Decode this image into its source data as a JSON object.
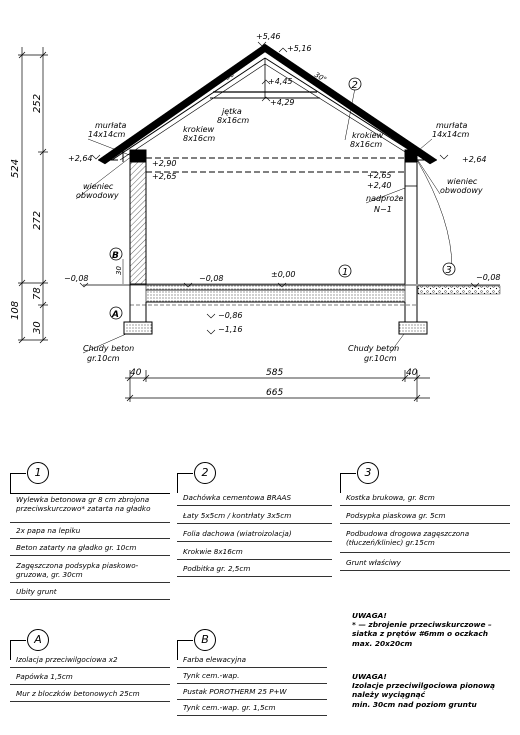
{
  "drawing": {
    "levels": {
      "ridge_outer": "+5,46",
      "ridge_mid": "+5,16",
      "collar_top": "+4,45",
      "collar_bottom": "+4,29",
      "eave_left": "+2,64",
      "eave_right": "+2,64",
      "wall_top_left": "+2,90",
      "ceiling_left": "+2,65",
      "ceiling_right": "+2,65",
      "lintel_right": "+2,40",
      "ground_left": "−0,08",
      "floor_left": "−0,08",
      "floor_zero": "±0,00",
      "ground_right": "−0,08",
      "found_top": "−0,86",
      "found_bottom": "−1,16"
    },
    "labels": {
      "murlata_left_1": "murłata",
      "murlata_left_2": "14x14cm",
      "murlata_right_1": "murłata",
      "murlata_right_2": "14x14cm",
      "krokiew_left_1": "krokiew",
      "krokiew_left_2": "8x16cm",
      "krokiew_right_1": "krokiew",
      "krokiew_right_2": "8x16cm",
      "jetka_1": "jętka",
      "jetka_2": "8x16cm",
      "wieniec_left_1": "wieniec",
      "wieniec_left_2": "obwodowy",
      "wieniec_right_1": "wieniec",
      "wieniec_right_2": "obwodowy",
      "nadproze_1": "nadproże",
      "nadproze_2": "N−1",
      "chudy_left_1": "Chudy beton",
      "chudy_left_2": "gr.10cm",
      "chudy_right_1": "Chudy beton",
      "chudy_right_2": "gr.10cm",
      "angle_left": "30°",
      "angle_right": "30°",
      "mark_30": "30"
    },
    "vertical_dims": {
      "total": "524",
      "upper": "252",
      "middle": "272",
      "base": "108",
      "b78": "78",
      "b30": "30"
    },
    "horizontal_dims": {
      "left": "40",
      "middle": "585",
      "right": "40",
      "total": "665"
    },
    "markers": {
      "m1": "1",
      "m2": "2",
      "m3": "3",
      "mA": "A",
      "mB": "B"
    }
  },
  "legends": {
    "l1": {
      "number": "1",
      "items": [
        "Wylewka betonowa gr 8 cm zbrojona przeciwskurczowo* zatarta na gładko",
        "2x papa na lepiku",
        "Beton zatarty na gładko gr. 10cm",
        "Zagęszczona podsypka piaskowo-gruzowa, gr. 30cm",
        "Ubity grunt"
      ]
    },
    "l2": {
      "number": "2",
      "items": [
        "Dachówka cementowa BRAAS",
        "Łaty 5x5cm / kontrłaty 3x5cm",
        "Folia dachowa (wiatroizolacja)",
        "Krokwie 8x16cm",
        "Podbitka gr. 2,5cm"
      ]
    },
    "l3": {
      "number": "3",
      "items": [
        "Kostka brukowa, gr. 8cm",
        "Podsypka piaskowa gr. 5cm",
        "Podbudowa drogowa zagęszczona (tłuczeń/kliniec) gr.15cm",
        "Grunt właściwy"
      ]
    },
    "lA": {
      "number": "A",
      "items": [
        "Izolacja przeciwilgociowa x2",
        "Papówka 1,5cm",
        "Mur z bloczków betonowych 25cm"
      ]
    },
    "lB": {
      "number": "B",
      "items": [
        "Farba elewacyjna",
        "Tynk cem.-wap.",
        "Pustak POROTHERM 25 P+W",
        "Tynk cem.-wap. gr. 1,5cm"
      ]
    }
  },
  "notes": {
    "n1_title": "UWAGA!",
    "n1_text": [
      "* — zbrojenie przeciwskurczowe –",
      "siatka z prętów #6mm o oczkach",
      "max. 20x20cm"
    ],
    "n2_title": "UWAGA!",
    "n2_text": [
      "Izolacje przeciwilgociowa pionową",
      "należy wyciągnąć",
      "min. 30cm nad poziom gruntu"
    ]
  }
}
